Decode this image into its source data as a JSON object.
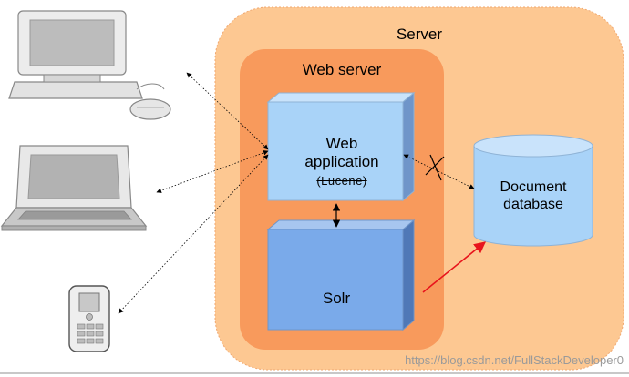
{
  "server": {
    "label": "Server"
  },
  "web_server": {
    "label": "Web server"
  },
  "web_application": {
    "label": "Web\napplication",
    "sub_label": "(Lucene)"
  },
  "solr": {
    "label": "Solr"
  },
  "document_database": {
    "label": "Document\ndatabase"
  },
  "clients": [
    {
      "icon": "desktop-computer-icon"
    },
    {
      "icon": "laptop-icon"
    },
    {
      "icon": "mobile-phone-icon"
    }
  ],
  "watermark": "https://blog.csdn.net/FullStackDeveloper0",
  "colors": {
    "server_fill": "#fdc892",
    "web_server_fill": "#f89a5c",
    "web_app_fill": "#a9d3f8",
    "solr_fill": "#7aaaea",
    "database_fill": "#a9d3f8",
    "red_arrow": "#e8141c"
  }
}
